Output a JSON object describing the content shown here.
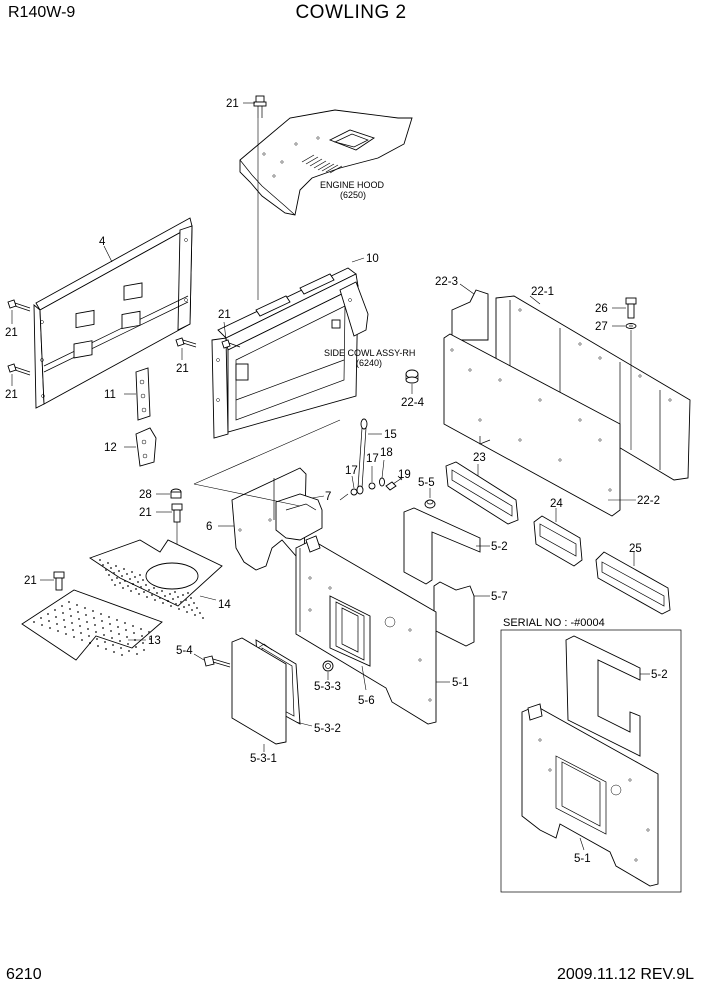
{
  "header": {
    "model": "R140W-9",
    "title": "COWLING 2"
  },
  "footer": {
    "page_number": "6210",
    "date_revision": "2009.11.12  REV.9L"
  },
  "notes": {
    "engine_hood": "ENGINE HOOD",
    "engine_hood_ref": "(6250)",
    "side_cowl": "SIDE COWL ASSY-RH",
    "side_cowl_ref": "(6240)",
    "serial": "SERIAL NO : -#0004"
  },
  "part_labels": {
    "p4": "4",
    "p6": "6",
    "p7": "7",
    "p10": "10",
    "p11": "11",
    "p12": "12",
    "p13": "13",
    "p14": "14",
    "p15": "15",
    "p17": "17",
    "p18": "18",
    "p19": "19",
    "p21_hood": "21",
    "p21_left_a": "21",
    "p21_left_b": "21",
    "p21_mid_a": "21",
    "p21_mid_b": "21",
    "p21_floor_a": "21",
    "p21_floor_b": "21",
    "p22_1": "22-1",
    "p22_2": "22-2",
    "p22_3": "22-3",
    "p22_4": "22-4",
    "p23": "23",
    "p24": "24",
    "p25": "25",
    "p26": "26",
    "p27": "27",
    "p28": "28",
    "p5_1": "5-1",
    "p5_2": "5-2",
    "p5_3_1": "5-3-1",
    "p5_3_2": "5-3-2",
    "p5_3_3": "5-3-3",
    "p5_4": "5-4",
    "p5_5": "5-5",
    "p5_6": "5-6",
    "p5_7": "5-7",
    "inset_p5_1": "5-1",
    "inset_p5_2": "5-2"
  }
}
